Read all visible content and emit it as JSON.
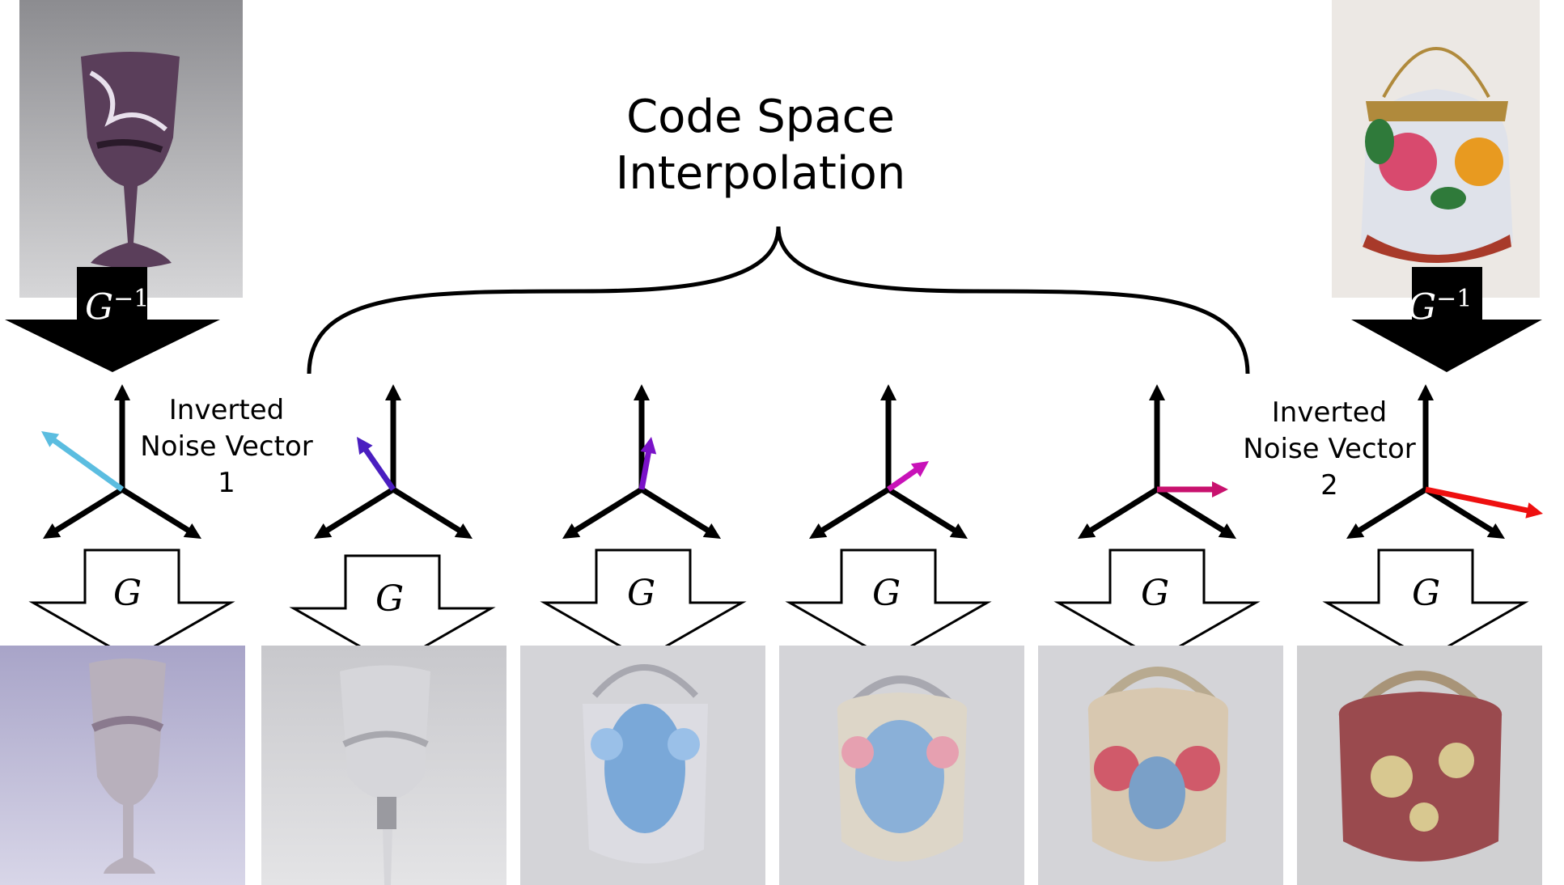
{
  "title": {
    "line1": "Code Space",
    "line2": "Interpolation"
  },
  "vector_label_1": {
    "line1": "Inverted",
    "line2": "Noise Vector",
    "line3": "1"
  },
  "vector_label_2": {
    "line1": "Inverted",
    "line2": "Noise Vector",
    "line3": "2"
  },
  "symbols": {
    "inverse_letter": "G",
    "inverse_exponent": "−1",
    "generator": "G"
  },
  "source_images": [
    {
      "subject": "marbled glass goblet"
    },
    {
      "subject": "beaded floral purse"
    }
  ],
  "generated_images": [
    {
      "subject": "reconstructed goblet"
    },
    {
      "subject": "goblet-like glass"
    },
    {
      "subject": "glassy bag with blue pattern"
    },
    {
      "subject": "glassy bag with floral pattern"
    },
    {
      "subject": "bag with red floral pattern"
    },
    {
      "subject": "reconstructed purse"
    }
  ],
  "vector_colors": [
    "#5bbde0",
    "#4a1ec0",
    "#7a12c8",
    "#c812b8",
    "#c8126e",
    "#ee1010"
  ],
  "interpolation_steps": [
    0,
    0.2,
    0.4,
    0.6,
    0.8,
    1
  ]
}
